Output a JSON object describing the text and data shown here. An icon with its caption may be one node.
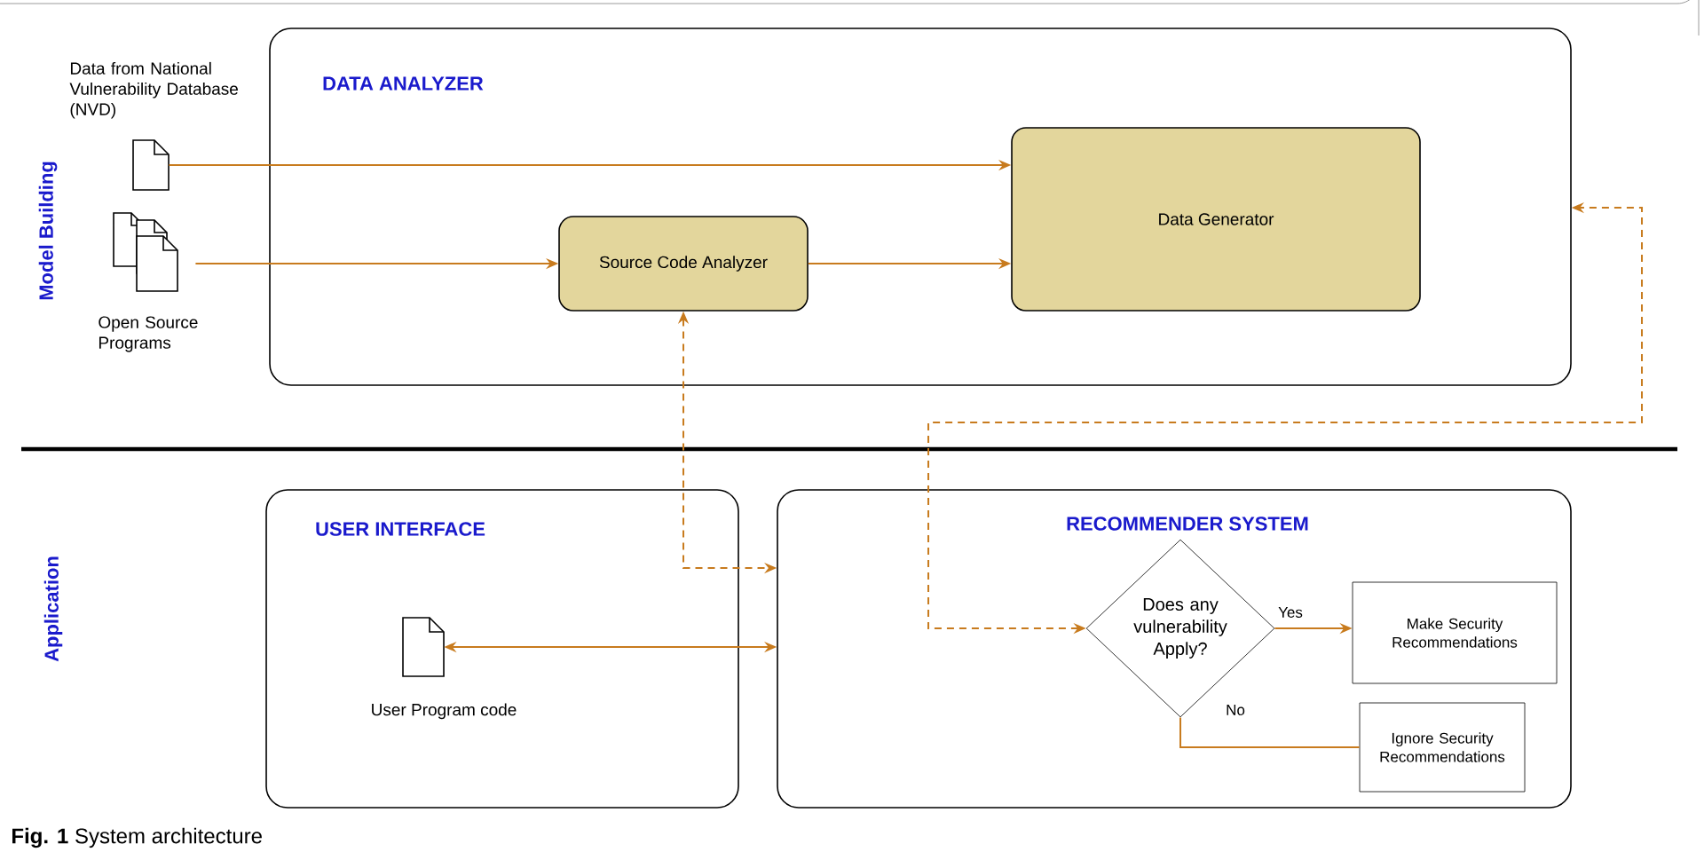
{
  "diagram": {
    "caption": "**Fig. 1** System architecture",
    "nodes": [
      {
        "text": [
          "DATA ANALYZER"
        ]
      },
      {
        "text": [
          "Data from National Vulnerability Database (NVD)"
        ]
      },
      {
        "text": [
          "Open Source Programs"
        ]
      },
      {
        "text": [
          "Source Code Analyzer"
        ],
        "in": 0
      },
      {
        "text": [
          "Data Generator"
        ],
        "in": 0
      },
      {
        "text": [
          "USER INTERFACE"
        ]
      },
      {
        "text": [
          "User Program code"
        ],
        "in": 5
      },
      {
        "text": [
          "RECOMMENDER SYSTEM"
        ]
      },
      {
        "text": [
          "Does any vulnerability Apply?"
        ],
        "in": 7
      },
      {
        "text": [
          "Make Security Recommendations"
        ],
        "in": 7
      },
      {
        "text": [
          "Ignore Security Recommendations"
        ],
        "in": 7
      }
    ],
    "edges": [
      {
        "from": 1,
        "to": 4,
        "arrow": "to"
      },
      {
        "from": 2,
        "to": 3,
        "arrow": "to"
      },
      {
        "from": 3,
        "to": 4,
        "arrow": "to"
      },
      {
        "from": 3,
        "to": 7,
        "arrow": "both",
        "style": "dashed"
      },
      {
        "from": 8,
        "to": 0,
        "arrow": "both",
        "style": "dashed"
      },
      {
        "from": 6,
        "to": 7,
        "arrow": "both"
      },
      {
        "from": 8,
        "to": 9,
        "arrow": "to",
        "label": "Yes"
      },
      {
        "from": 8,
        "to": 10,
        "arrow": "none",
        "label": "No"
      }
    ],
    "labels": [
      "Model Building",
      "Application"
    ]
  }
}
